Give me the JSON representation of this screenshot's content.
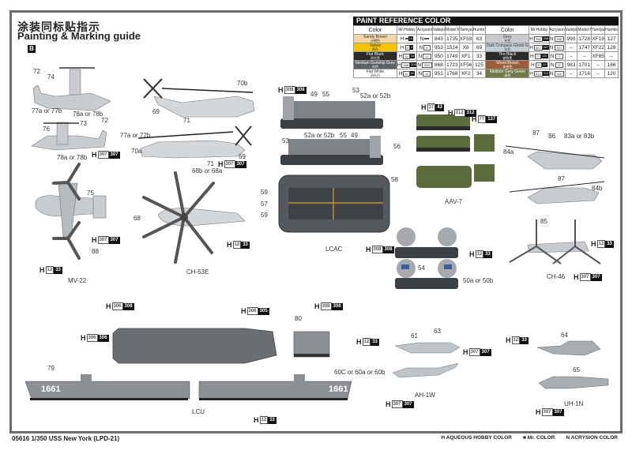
{
  "header": {
    "title_cn": "涂装同标贴指示",
    "title_en": "Painting & Marking guide",
    "section_badge": "B"
  },
  "paint_table": {
    "title": "PAINT  REFERENCE COLOR",
    "columns": [
      "Color",
      "Mr.Hobby",
      "Acrysion",
      "Vallejo",
      "Model Master",
      "Tamiya",
      "Humbrol"
    ],
    "left_rows": [
      {
        "name": "Sandy Brown",
        "name_cn": "沙褐色",
        "swatch": "#f0d6a8",
        "text_color": "#333",
        "h_a": "",
        "h_b": "19",
        "n": "",
        "vallejo": "843",
        "model_master": "1735",
        "tamiya": "XF59",
        "humbrol": "63"
      },
      {
        "name": "Yellow",
        "name_cn": "黄色",
        "swatch": "#f2c500",
        "text_color": "#333",
        "h_a": "4",
        "h_b": "4",
        "n": "4",
        "vallejo": "953",
        "model_master": "1514",
        "tamiya": "X8",
        "humbrol": "69"
      },
      {
        "name": "Flat Black",
        "name_cn": "消光黑",
        "swatch": "#2b2b2b",
        "text_color": "#fff",
        "h_a": "12",
        "h_b": "33",
        "n": "12",
        "vallejo": "950",
        "model_master": "1749",
        "tamiya": "XF1",
        "humbrol": "33"
      },
      {
        "name": "Medium Gunship Grey",
        "name_cn": "灰色",
        "swatch": "#5d6166",
        "text_color": "#fff",
        "h_a": "306",
        "h_b": "305",
        "n": "306",
        "vallejo": "868",
        "model_master": "1723",
        "tamiya": "XF56",
        "humbrol": "125"
      },
      {
        "name": "Flat White",
        "name_cn": "消光白",
        "swatch": "#ffffff",
        "text_color": "#333",
        "h_a": "11",
        "h_b": "62",
        "n": "11",
        "vallejo": "951",
        "model_master": "1768",
        "tamiya": "XF2",
        "humbrol": "34"
      }
    ],
    "right_rows": [
      {
        "name": "Grey",
        "name_cn": "灰色",
        "swatch": "#c9cbce",
        "text_color": "#333",
        "h_a": "308",
        "h_b": "308",
        "n": "308",
        "vallejo": "990",
        "model_master": "1728",
        "tamiya": "XF19",
        "humbrol": "127"
      },
      {
        "name": "Dark Compass Ghost Grey",
        "name_cn": "灰色",
        "swatch": "#c4ccd4",
        "text_color": "#333",
        "h_a": "307",
        "h_b": "307",
        "n": "307",
        "vallejo": "–",
        "model_master": "1747",
        "tamiya": "XF22",
        "humbrol": "128"
      },
      {
        "name": "Tire Black",
        "name_cn": "轮胎黑",
        "swatch": "#2b2b2b",
        "text_color": "#fff",
        "h_a": "77",
        "h_b": "137",
        "n": "77",
        "vallejo": "–",
        "model_master": "–",
        "tamiya": "XF85",
        "humbrol": "–"
      },
      {
        "name": "Wood Brown",
        "name_cn": "木棕色",
        "swatch": "#9a5f36",
        "text_color": "#fff",
        "h_a": "37",
        "h_b": "43",
        "n": "37",
        "vallejo": "983",
        "model_master": "1701",
        "tamiya": "–",
        "humbrol": "186"
      },
      {
        "name": "Medium Grey Green",
        "name_cn": "绿色",
        "swatch": "#6f7a46",
        "text_color": "#fff",
        "h_a": "312",
        "h_b": "312",
        "n": "312",
        "vallejo": "–",
        "model_master": "1716",
        "tamiya": "–",
        "humbrol": "120"
      }
    ]
  },
  "vehicles": {
    "mv22": {
      "caption": "MV-22",
      "labels": [
        "72",
        "74",
        "77a or 77b",
        "78a or 78b",
        "76",
        "73",
        "72",
        "77a or 77b",
        "78a or 78b",
        "75",
        "88"
      ],
      "codes": [
        {
          "h": "H",
          "a": "307",
          "b": "307"
        },
        {
          "h": "H",
          "a": "307",
          "b": "307"
        },
        {
          "h": "H",
          "a": "12",
          "b": "33"
        }
      ]
    },
    "ch53e": {
      "caption": "CH-53E",
      "labels": [
        "70b",
        "69",
        "71",
        "70a",
        "69",
        "71",
        "68b or 68a",
        "68"
      ],
      "codes": [
        {
          "h": "H",
          "a": "307",
          "b": "307"
        },
        {
          "h": "H",
          "a": "12",
          "b": "33"
        }
      ]
    },
    "lcac": {
      "caption": "LCAC",
      "labels": [
        "49",
        "55",
        "53",
        "52a or 52b",
        "53",
        "52a or 52b",
        "55",
        "49",
        "56",
        "59",
        "57",
        "59",
        "58",
        "54",
        "50a or 50b"
      ],
      "codes": [
        {
          "h": "H",
          "a": "308",
          "b": "308"
        },
        {
          "h": "H",
          "a": "308",
          "b": "308"
        },
        {
          "h": "H",
          "a": "12",
          "b": "33"
        }
      ]
    },
    "aav7": {
      "caption": "AAV-7",
      "codes": [
        {
          "h": "H",
          "a": "37",
          "b": "43"
        },
        {
          "h": "H",
          "a": "312",
          "b": "312"
        },
        {
          "h": "H",
          "a": "77",
          "b": "137"
        }
      ]
    },
    "ch46": {
      "caption": "CH-46",
      "labels": [
        "87",
        "86",
        "83a or 83b",
        "84a",
        "87",
        "84b",
        "85"
      ],
      "codes": [
        {
          "h": "H",
          "a": "12",
          "b": "33"
        },
        {
          "h": "H",
          "a": "307",
          "b": "307"
        }
      ]
    },
    "lcu": {
      "caption": "LCU",
      "labels": [
        "79",
        "80"
      ],
      "hull_number": "1661",
      "codes": [
        {
          "h": "H",
          "a": "306",
          "b": "306"
        },
        {
          "h": "H",
          "a": "306",
          "b": "308"
        },
        {
          "h": "H",
          "a": "306",
          "b": "305"
        },
        {
          "h": "H",
          "a": "308",
          "b": "308"
        },
        {
          "h": "H",
          "a": "12",
          "b": "33"
        }
      ]
    },
    "ah1w": {
      "caption": "AH-1W",
      "labels": [
        "61",
        "63",
        "60C or 60a or 60b"
      ],
      "codes": [
        {
          "h": "H",
          "a": "12",
          "b": "33"
        },
        {
          "h": "H",
          "a": "307",
          "b": "307"
        },
        {
          "h": "H",
          "a": "307",
          "b": "307"
        }
      ]
    },
    "uh1n": {
      "caption": "UH-1N",
      "labels": [
        "64",
        "65"
      ],
      "codes": [
        {
          "h": "H",
          "a": "12",
          "b": "33"
        },
        {
          "h": "H",
          "a": "307",
          "b": "307"
        }
      ]
    }
  },
  "footer": {
    "product": "05616 1/350 USS New York (LPD-21)",
    "legend": [
      {
        "symbol": "H",
        "label": "AQUEOUS HOBBY COLOR"
      },
      {
        "symbol": "■",
        "label": "Mr. COLOR"
      },
      {
        "symbol": "N",
        "label": "ACRYSION COLOR"
      }
    ]
  }
}
